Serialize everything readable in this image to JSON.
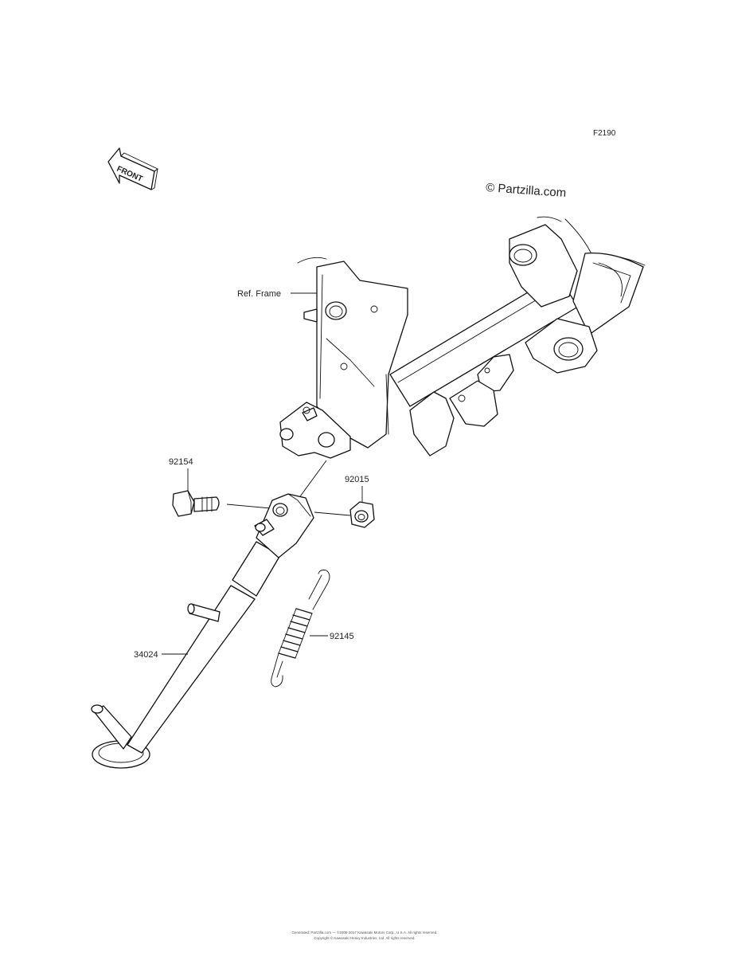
{
  "diagram": {
    "figure_code": "F2190",
    "front_label": "FRONT",
    "watermark": "© Partzilla.com",
    "callouts": [
      {
        "id": "ref-frame",
        "text": "Ref. Frame"
      },
      {
        "id": "bolt",
        "text": "92154"
      },
      {
        "id": "nut",
        "text": "92015"
      },
      {
        "id": "spring",
        "text": "92145"
      },
      {
        "id": "stand",
        "text": "34024"
      }
    ],
    "footer_lines": [
      "Generated: Partzilla.com — ©2008-2017 Kawasaki Motors Corp., U.S.A. All rights reserved.",
      "Copyright © Kawasaki Heavy Industries, Ltd. All rights reserved."
    ]
  }
}
